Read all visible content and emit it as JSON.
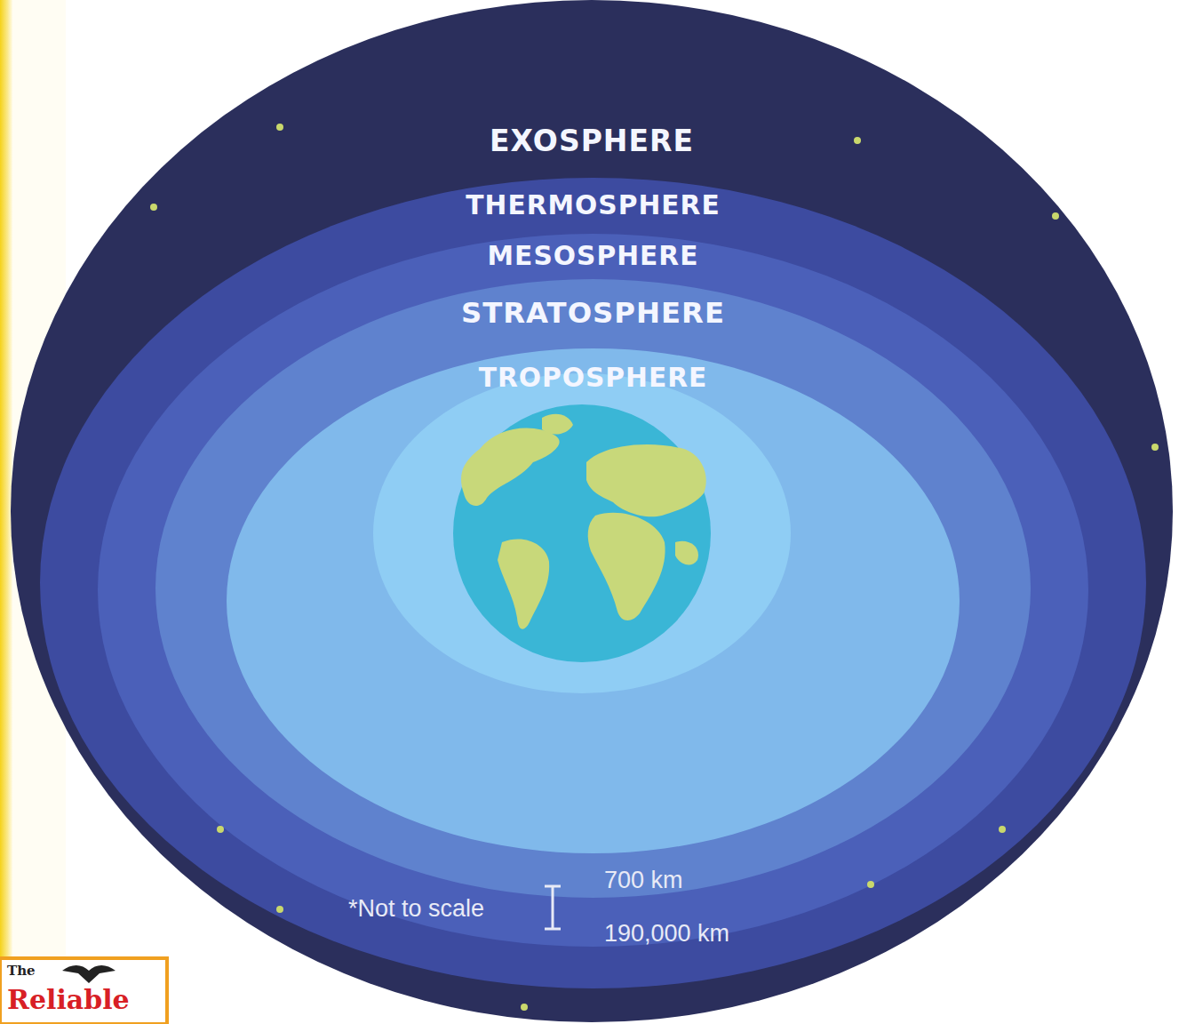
{
  "diagram": {
    "nodes": [
      {
        "text": [
          "EXOSPHERE"
        ]
      },
      {
        "text": [
          "THERMOSPHERE"
        ],
        "in": 0
      },
      {
        "text": [
          "MESOSPHERE"
        ],
        "in": 1
      },
      {
        "text": [
          "STRATOSPHERE"
        ],
        "in": 2
      },
      {
        "text": [
          "TROPOSPHERE"
        ],
        "in": 3
      }
    ],
    "labels": [
      "*Not to scale",
      "700 km",
      "190,000 km",
      "The",
      "Reliable"
    ]
  }
}
